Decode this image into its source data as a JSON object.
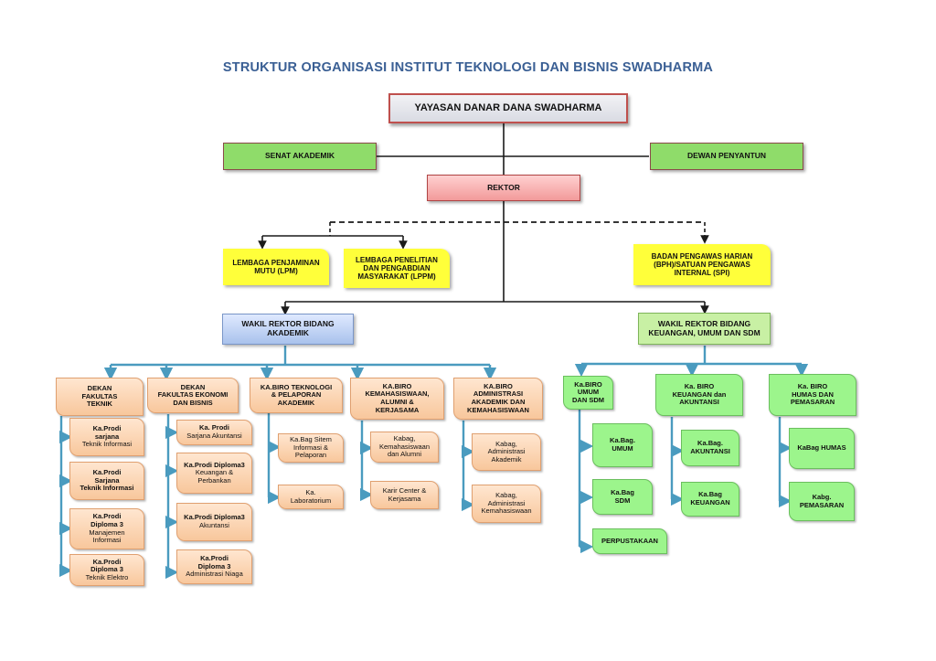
{
  "title": "STRUKTUR ORGANISASI INSTITUT TEKNOLOGI DAN BISNIS SWADHARMA",
  "yayasan": "YAYASAN DANAR DANA SWADHARMA",
  "senat": "SENAT AKADEMIK",
  "dewan": "DEWAN PENYANTUN",
  "rektor": "REKTOR",
  "lpm": [
    "LEMBAGA PENJAMINAN",
    "MUTU (LPM)"
  ],
  "lppm": [
    "LEMBAGA PENELITIAN",
    "DAN PENGABDIAN",
    "MASYARAKAT (LPPM)"
  ],
  "bph": [
    "BADAN PENGAWAS HARIAN",
    "(BPH)/SATUAN PENGAWAS",
    "INTERNAL (SPI)"
  ],
  "wr_akademik": [
    "WAKIL REKTOR BIDANG",
    "AKADEMIK"
  ],
  "wr_keuangan": [
    "WAKIL REKTOR BIDANG",
    "KEUANGAN, UMUM DAN SDM"
  ],
  "col1": {
    "head": [
      "DEKAN",
      "FAKULTAS",
      "TEKNIK"
    ],
    "items": [
      {
        "b": [
          "Ka.Prodi",
          "sarjana"
        ],
        "n": [
          "Teknik Informasi"
        ]
      },
      {
        "b": [
          "Ka.Prodi",
          "Sarjana",
          "Teknik Informasi"
        ],
        "n": []
      },
      {
        "b": [
          "Ka.Prodi",
          "Diploma 3"
        ],
        "n": [
          "Manajemen",
          "Informasi"
        ]
      },
      {
        "b": [
          "Ka.Prodi",
          "Diploma 3"
        ],
        "n": [
          "Teknik Elektro"
        ]
      }
    ]
  },
  "col2": {
    "head": [
      "DEKAN",
      "FAKULTAS EKONOMI",
      "DAN BISNIS"
    ],
    "items": [
      {
        "b": [
          "Ka. Prodi"
        ],
        "n": [
          "Sarjana Akuntansi"
        ]
      },
      {
        "b": [
          "Ka.Prodi Diploma3"
        ],
        "n": [
          "Keuangan &",
          "Perbankan"
        ]
      },
      {
        "b": [
          "Ka.Prodi Diploma3"
        ],
        "n": [
          "Akuntansi"
        ]
      },
      {
        "b": [
          "Ka.Prodi",
          "Diploma 3"
        ],
        "n": [
          "Administrasi Niaga"
        ]
      }
    ]
  },
  "col3": {
    "head": [
      "KA.BIRO TEKNOLOGI",
      "& PELAPORAN",
      "AKADEMIK"
    ],
    "items": [
      {
        "b": [],
        "n": [
          "Ka.Bag Sitem",
          "Informasi  &",
          "Pelaporan"
        ]
      },
      {
        "b": [],
        "n": [
          "Ka.",
          "Laboratorium"
        ]
      }
    ]
  },
  "col4": {
    "head": [
      "KA.BIRO",
      "KEMAHASISWAAN,",
      "ALUMNI &",
      "KERJASAMA"
    ],
    "items": [
      {
        "b": [],
        "n": [
          "Kabag,",
          "Kemahasiswaan",
          "dan Alumni"
        ]
      },
      {
        "b": [],
        "n": [
          "Karir Center &",
          "Kerjasama"
        ]
      }
    ]
  },
  "col5": {
    "head": [
      "KA.BIRO",
      "ADMINISTRASI",
      "AKADEMIK DAN",
      "KEMAHASISWAAN"
    ],
    "items": [
      {
        "b": [],
        "n": [
          "Kabag,",
          "Administrasi",
          "Akademik"
        ]
      },
      {
        "b": [],
        "n": [
          "Kabag,",
          "Administrasi",
          "Kemahasiswaan"
        ]
      }
    ]
  },
  "col6": {
    "head": [
      "Ka.BIRO UMUM",
      "DAN SDM"
    ],
    "items": [
      {
        "b": [
          "Ka.Bag.",
          "UMUM"
        ],
        "n": []
      },
      {
        "b": [
          "Ka.Bag",
          "SDM"
        ],
        "n": []
      },
      {
        "b": [
          "PERPUSTAKAAN"
        ],
        "n": []
      }
    ]
  },
  "col7": {
    "head": [
      "Ka. BIRO",
      "KEUANGAN dan",
      "AKUNTANSI"
    ],
    "items": [
      {
        "b": [
          "Ka.Bag.",
          "AKUNTANSI"
        ],
        "n": []
      },
      {
        "b": [
          "Ka.Bag",
          "KEUANGAN"
        ],
        "n": []
      }
    ]
  },
  "col8": {
    "head": [
      "Ka. BIRO",
      "HUMAS DAN",
      "PEMASARAN"
    ],
    "items": [
      {
        "b": [
          "KaBag HUMAS"
        ],
        "n": []
      },
      {
        "b": [
          "Kabg.",
          "PEMASARAN"
        ],
        "n": []
      }
    ]
  },
  "colors": {
    "title": "#3a5f94",
    "line_dark": "#1a1a1a",
    "line_blue": "#4a9bbf",
    "peach": "#f8c79c",
    "green": "#9cf58c",
    "yellow": "#ffff3a"
  }
}
